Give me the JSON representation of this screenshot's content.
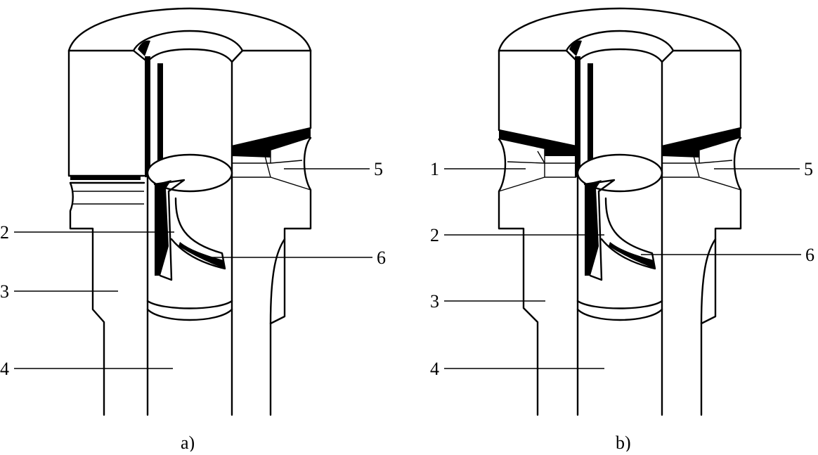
{
  "figure": {
    "panels": [
      {
        "id": "a",
        "caption": "a)",
        "callouts": [
          "2",
          "3",
          "4",
          "5",
          "6"
        ]
      },
      {
        "id": "b",
        "caption": "b)",
        "callouts": [
          "1",
          "2",
          "3",
          "4",
          "5",
          "6"
        ]
      }
    ]
  },
  "callouts": {
    "a": {
      "2": "2",
      "3": "3",
      "4": "4",
      "5": "5",
      "6": "6"
    },
    "b": {
      "1": "1",
      "2": "2",
      "3": "3",
      "4": "4",
      "5": "5",
      "6": "6"
    }
  },
  "captions": {
    "a": "a)",
    "b": "b)"
  }
}
